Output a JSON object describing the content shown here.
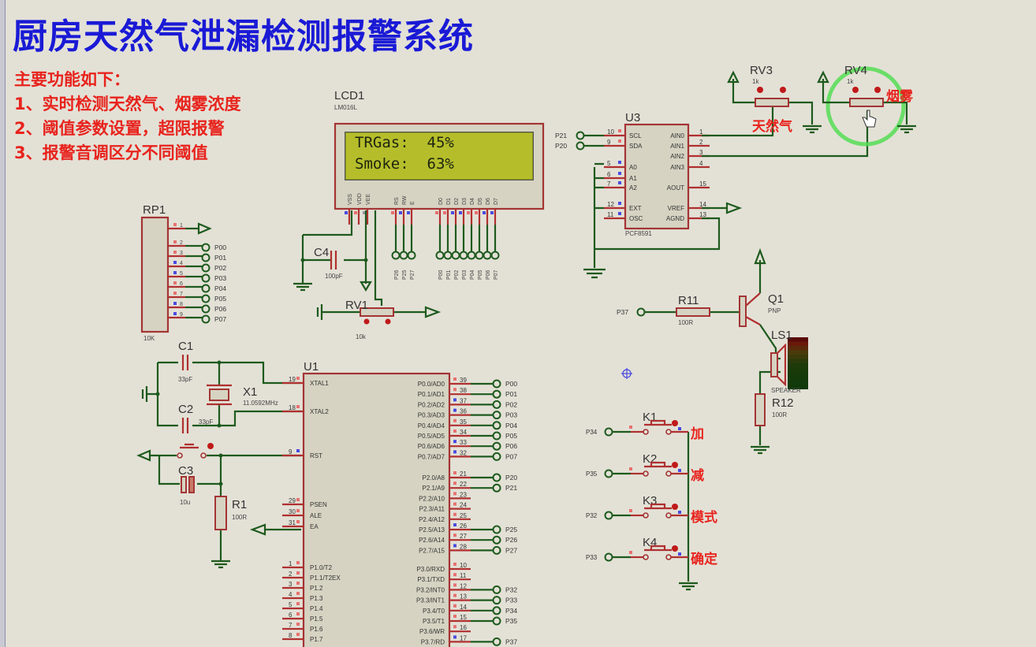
{
  "title": "厨房天然气泄漏检测报警系统",
  "features": {
    "heading": "主要功能如下：",
    "items": [
      "1、实时检测天然气、烟雾浓度",
      "2、阈值参数设置，超限报警",
      "3、报警音调区分不同阈值"
    ]
  },
  "lcd": {
    "ref": "LCD1",
    "model": "LM016L",
    "line1": "TRGas:  45%",
    "line2": "Smoke:  63%",
    "pins": [
      "VSS",
      "VDD",
      "VEE",
      "RS",
      "RW",
      "E",
      "D0",
      "D1",
      "D2",
      "D3",
      "D4",
      "D5",
      "D6",
      "D7"
    ],
    "nets": [
      "P26",
      "P25",
      "P27",
      "P00",
      "P01",
      "P02",
      "P03",
      "P04",
      "P05",
      "P06",
      "P07"
    ]
  },
  "c4": {
    "ref": "C4",
    "value": "100pF"
  },
  "rv1": {
    "ref": "RV1",
    "value": "10k"
  },
  "rp1": {
    "ref": "RP1",
    "value": "10K",
    "nets": [
      "P00",
      "P01",
      "P02",
      "P03",
      "P04",
      "P05",
      "P06",
      "P07"
    ],
    "pins": [
      "1",
      "2",
      "3",
      "4",
      "5",
      "6",
      "7",
      "8",
      "9"
    ]
  },
  "u3": {
    "ref": "U3",
    "part": "PCF8591",
    "left_pins": [
      {
        "n": "10",
        "name": "SCL"
      },
      {
        "n": "9",
        "name": "SDA"
      },
      {
        "n": "5",
        "name": "A0"
      },
      {
        "n": "6",
        "name": "A1"
      },
      {
        "n": "7",
        "name": "A2"
      },
      {
        "n": "12",
        "name": "EXT"
      },
      {
        "n": "11",
        "name": "OSC"
      }
    ],
    "right_pins": [
      {
        "n": "1",
        "name": "AIN0"
      },
      {
        "n": "2",
        "name": "AIN1"
      },
      {
        "n": "3",
        "name": "AIN2"
      },
      {
        "n": "4",
        "name": "AIN3"
      },
      {
        "n": "15",
        "name": "AOUT"
      },
      {
        "n": "14",
        "name": "VREF"
      },
      {
        "n": "13",
        "name": "AGND"
      }
    ],
    "nets": [
      "P21",
      "P20"
    ]
  },
  "rv3": {
    "ref": "RV3",
    "value": "1k",
    "label": "天然气"
  },
  "rv4": {
    "ref": "RV4",
    "value": "1k",
    "label": "烟雾"
  },
  "crystal": {
    "c1": "C1",
    "c1_val": "33pF",
    "c2": "C2",
    "c2_val": "33pF",
    "x1": "X1",
    "x1_val": "11.0592MHz"
  },
  "reset": {
    "c3": "C3",
    "c3_val": "10u",
    "r1": "R1",
    "r1_val": "100R"
  },
  "u1": {
    "ref": "U1",
    "left_pins": [
      {
        "n": "19",
        "name": "XTAL1"
      },
      {
        "n": "18",
        "name": "XTAL2"
      },
      {
        "n": "9",
        "name": "RST"
      },
      {
        "n": "29",
        "name": "PSEN"
      },
      {
        "n": "30",
        "name": "ALE"
      },
      {
        "n": "31",
        "name": "EA"
      },
      {
        "n": "1",
        "name": "P1.0/T2"
      },
      {
        "n": "2",
        "name": "P1.1/T2EX"
      },
      {
        "n": "3",
        "name": "P1.2"
      },
      {
        "n": "4",
        "name": "P1.3"
      },
      {
        "n": "5",
        "name": "P1.4"
      },
      {
        "n": "6",
        "name": "P1.5"
      },
      {
        "n": "7",
        "name": "P1.6"
      },
      {
        "n": "8",
        "name": "P1.7"
      }
    ],
    "right_pins": [
      {
        "n": "39",
        "name": "P0.0/AD0",
        "net": "P00"
      },
      {
        "n": "38",
        "name": "P0.1/AD1",
        "net": "P01"
      },
      {
        "n": "37",
        "name": "P0.2/AD2",
        "net": "P02"
      },
      {
        "n": "36",
        "name": "P0.3/AD3",
        "net": "P03"
      },
      {
        "n": "35",
        "name": "P0.4/AD4",
        "net": "P04"
      },
      {
        "n": "34",
        "name": "P0.5/AD5",
        "net": "P05"
      },
      {
        "n": "33",
        "name": "P0.6/AD6",
        "net": "P06"
      },
      {
        "n": "32",
        "name": "P0.7/AD7",
        "net": "P07"
      },
      {
        "n": "21",
        "name": "P2.0/A8",
        "net": "P20"
      },
      {
        "n": "22",
        "name": "P2.1/A9",
        "net": "P21"
      },
      {
        "n": "23",
        "name": "P2.2/A10",
        "net": ""
      },
      {
        "n": "24",
        "name": "P2.3/A11",
        "net": ""
      },
      {
        "n": "25",
        "name": "P2.4/A12",
        "net": ""
      },
      {
        "n": "26",
        "name": "P2.5/A13",
        "net": "P25"
      },
      {
        "n": "27",
        "name": "P2.6/A14",
        "net": "P26"
      },
      {
        "n": "28",
        "name": "P2.7/A15",
        "net": "P27"
      },
      {
        "n": "10",
        "name": "P3.0/RXD",
        "net": ""
      },
      {
        "n": "11",
        "name": "P3.1/TXD",
        "net": ""
      },
      {
        "n": "12",
        "name": "P3.2/INT0",
        "net": "P32"
      },
      {
        "n": "13",
        "name": "P3.3/INT1",
        "net": "P33"
      },
      {
        "n": "14",
        "name": "P3.4/T0",
        "net": "P34"
      },
      {
        "n": "15",
        "name": "P3.5/T1",
        "net": "P35"
      },
      {
        "n": "16",
        "name": "P3.6/WR",
        "net": ""
      },
      {
        "n": "17",
        "name": "P3.7/RD",
        "net": "P37"
      }
    ]
  },
  "buzzer": {
    "r11": "R11",
    "r11_val": "100R",
    "q1": "Q1",
    "q1_type": "PNP",
    "ls1": "LS1",
    "ls1_type": "SPEAKER",
    "r12": "R12",
    "r12_val": "100R",
    "net": "P37"
  },
  "keys": [
    {
      "ref": "K1",
      "net": "P34",
      "label": "加"
    },
    {
      "ref": "K2",
      "net": "P35",
      "label": "减"
    },
    {
      "ref": "K3",
      "net": "P32",
      "label": "模式"
    },
    {
      "ref": "K4",
      "net": "P33",
      "label": "确定"
    }
  ],
  "colors": {
    "title": "#1a1ad6",
    "annotation": "#e8231d",
    "wire": "#1e5a1e",
    "component": "#a43434",
    "lcd_bg": "#b5be2a",
    "highlight": "#55dd55"
  }
}
